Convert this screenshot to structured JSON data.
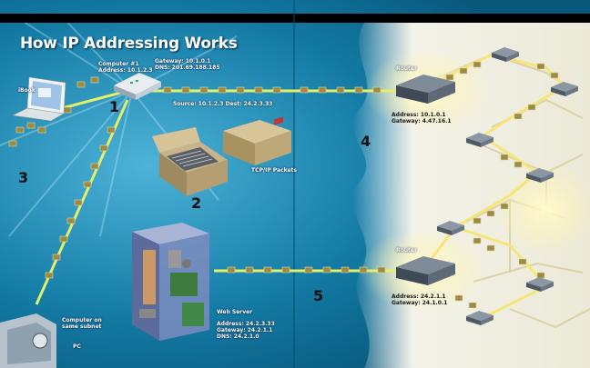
{
  "title": "How IP Addressing Works",
  "devices": {
    "ibook": {
      "label": "iBook"
    },
    "computer1": {
      "name": "Computer #1",
      "address": "Address: 10.1.2.3"
    },
    "gateway_info": {
      "gateway": "Gateway: 10.1.0.1",
      "dns": "DNS: 201.69.188.185"
    },
    "packet_info": "Source: 10.1.2.3 Dest: 24.2.3.33",
    "packets": "TCP/IP Packets",
    "router_top": {
      "name": "Router",
      "address": "Address: 10.1.0.1",
      "gateway": "Gateway: 4.47.16.1"
    },
    "router_bottom": {
      "name": "Router",
      "address": "Address: 24.2.1.1",
      "gateway": "Gateway: 24.1.0.1"
    },
    "web_server": {
      "name": "Web Server",
      "address": "Address: 24.2.3.33",
      "gateway": "Gateway: 24.2.1.1",
      "dns": "DNS: 24.2.1.0"
    },
    "subnet_computer": {
      "line1": "Computer on",
      "line2": "same subnet",
      "label": "PC"
    }
  },
  "steps": [
    "1",
    "2",
    "3",
    "4",
    "5"
  ],
  "colors": {
    "ocean": "#0d6f96",
    "glow": "#fff59a",
    "network": "#e8d9a4",
    "packet": "#8a7a3a"
  }
}
